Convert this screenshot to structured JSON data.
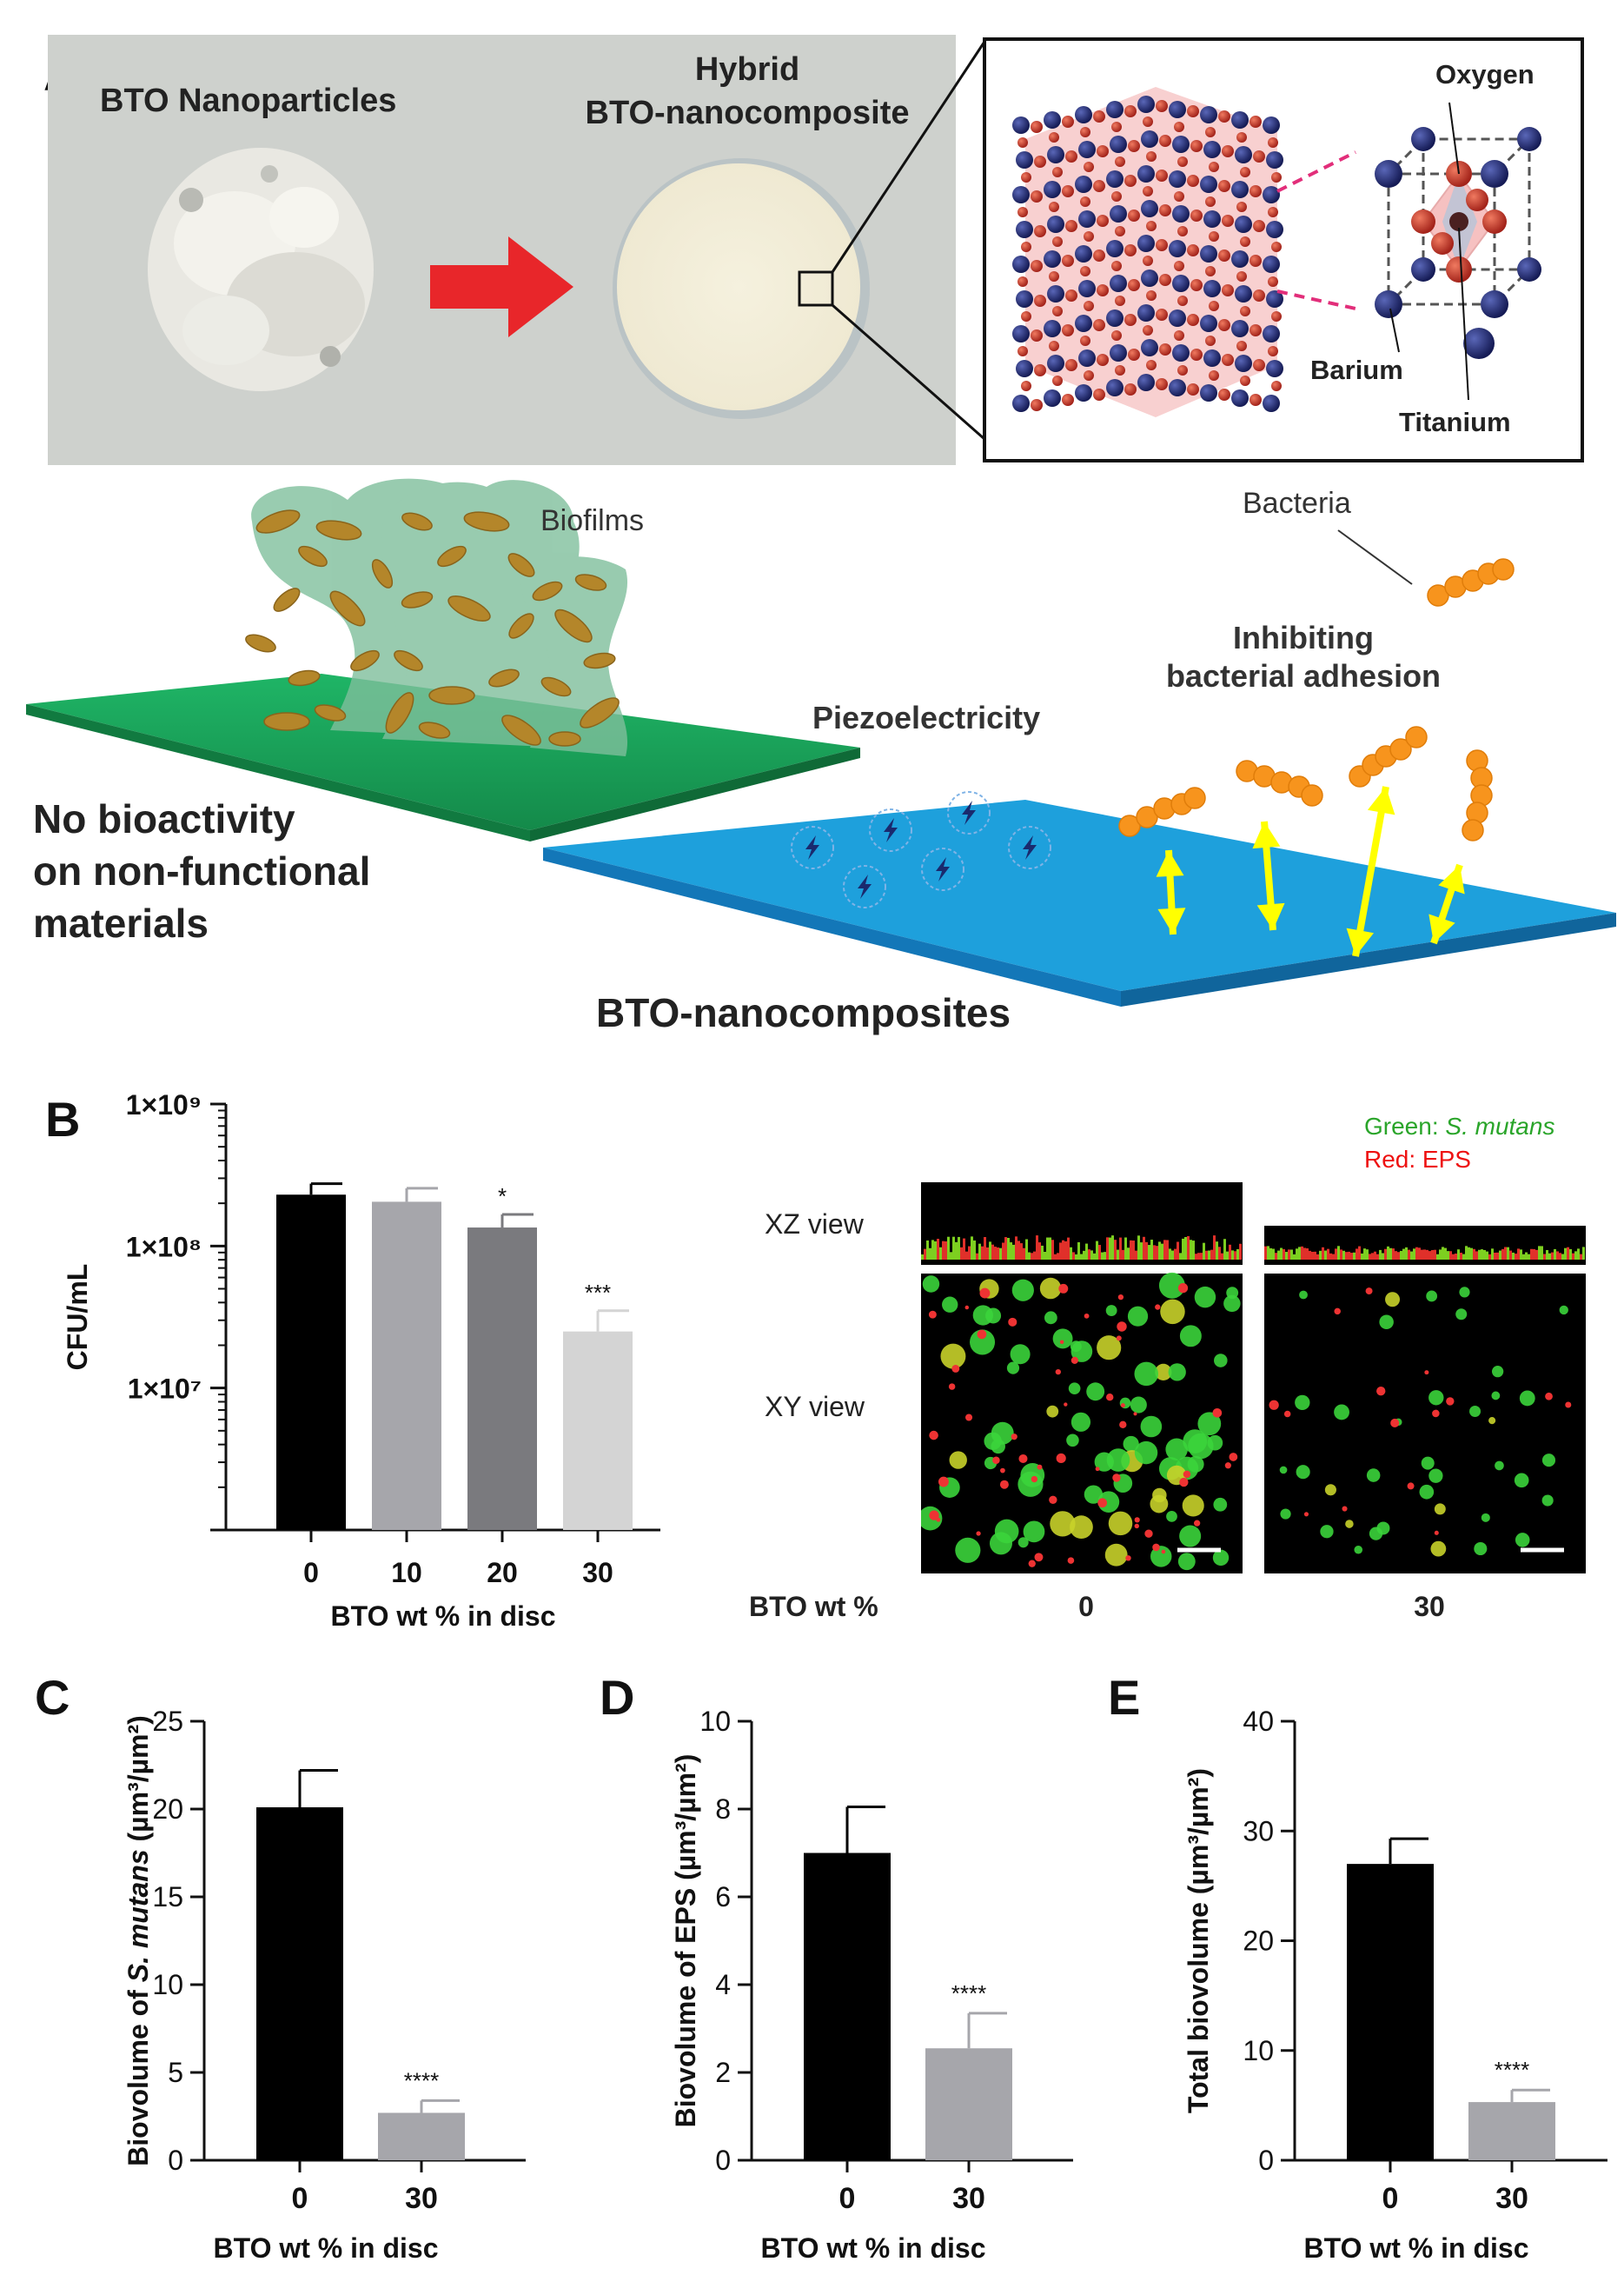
{
  "panel_a": {
    "letter": "A",
    "photo_labels": {
      "nanoparticles": "BTO Nanoparticles",
      "hybrid_line1": "Hybrid",
      "hybrid_line2": "BTO-nanocomposite"
    },
    "crystal_labels": {
      "oxygen": "Oxygen",
      "barium": "Barium",
      "titanium": "Titanium"
    },
    "schematic": {
      "biofilms": "Biofilms",
      "bacteria": "Bacteria",
      "inhibiting_line1": "Inhibiting",
      "inhibiting_line2": "bacterial adhesion",
      "piezo": "Piezoelectricity",
      "no_bio_line1": "No bioactivity",
      "no_bio_line2": "on non-functional",
      "no_bio_line3": "materials",
      "bto_nanocomposites": "BTO-nanocomposites"
    },
    "colors": {
      "green_slab": "#1aa35a",
      "blue_slab": "#1ea0dc",
      "bacteria": "#f7941d",
      "arrow_yellow": "#ffff00",
      "red_arrow": "#e8262a"
    }
  },
  "panel_b": {
    "letter": "B",
    "confocal": {
      "legend_green_prefix": "Green: ",
      "legend_green_species": "S. mutans",
      "legend_red": "Red: EPS",
      "xz_view": "XZ view",
      "xy_view": "XY view",
      "bto_wt": "BTO wt %",
      "col0": "0",
      "col30": "30"
    }
  },
  "panel_c": {
    "letter": "C"
  },
  "panel_d": {
    "letter": "D"
  },
  "panel_e": {
    "letter": "E"
  },
  "chart_data": [
    {
      "id": "B",
      "type": "bar",
      "scale": "log",
      "categories": [
        "0",
        "10",
        "20",
        "30"
      ],
      "values": [
        230000000,
        205000000,
        135000000,
        25000000
      ],
      "errors": [
        45000000,
        50000000,
        32000000,
        10000000
      ],
      "significance": [
        "",
        "",
        "*",
        "***"
      ],
      "colors": [
        "#000000",
        "#a6a6ab",
        "#7a7a7e",
        "#d4d4d4"
      ],
      "ylabel": "CFU/mL",
      "xlabel": "BTO wt % in disc",
      "ylim": [
        1000000,
        1000000000
      ],
      "yticks": [
        "1×10⁹",
        "1×10⁸",
        "1×10⁷"
      ]
    },
    {
      "id": "C",
      "type": "bar",
      "categories": [
        "0",
        "30"
      ],
      "values": [
        20.1,
        2.7
      ],
      "errors": [
        2.1,
        0.7
      ],
      "significance": [
        "",
        "****"
      ],
      "colors": [
        "#000000",
        "#a6a6ab"
      ],
      "ylabel_prefix": "Biovolume of ",
      "ylabel_italic": "S. mutans",
      "ylabel_unit": " (µm³/µm²)",
      "xlabel": "BTO wt % in disc",
      "ylim": [
        0,
        25
      ],
      "yticks": [
        0,
        5,
        10,
        15,
        20,
        25
      ]
    },
    {
      "id": "D",
      "type": "bar",
      "categories": [
        "0",
        "30"
      ],
      "values": [
        7.0,
        2.55
      ],
      "errors": [
        1.05,
        0.8
      ],
      "significance": [
        "",
        "****"
      ],
      "colors": [
        "#000000",
        "#a6a6ab"
      ],
      "ylabel": "Biovolume of EPS (µm³/µm²)",
      "xlabel": "BTO wt % in disc",
      "ylim": [
        0,
        10
      ],
      "yticks": [
        0,
        2,
        4,
        6,
        8,
        10
      ]
    },
    {
      "id": "E",
      "type": "bar",
      "categories": [
        "0",
        "30"
      ],
      "values": [
        27.0,
        5.3
      ],
      "errors": [
        2.3,
        1.1
      ],
      "significance": [
        "",
        "****"
      ],
      "colors": [
        "#000000",
        "#a6a6ab"
      ],
      "ylabel": "Total biovolume (µm³/µm²)",
      "xlabel": "BTO wt % in disc",
      "ylim": [
        0,
        40
      ],
      "yticks": [
        0,
        10,
        20,
        30,
        40
      ]
    }
  ]
}
